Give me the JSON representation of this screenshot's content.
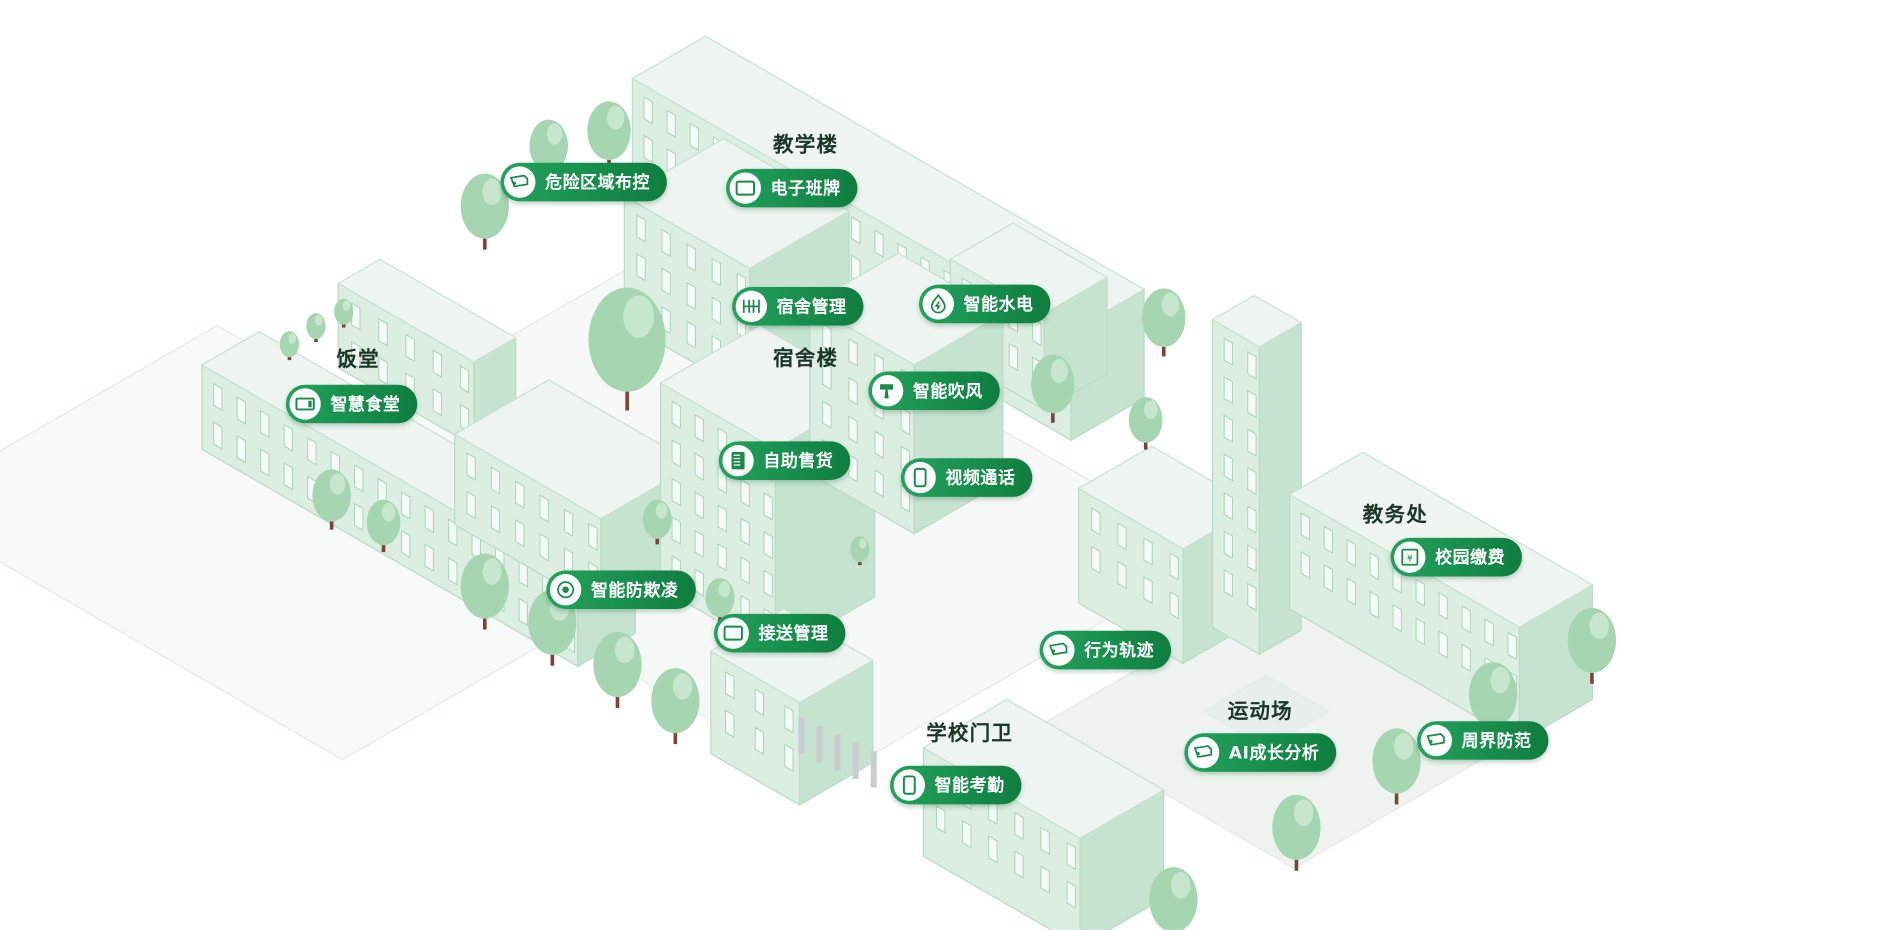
{
  "colors": {
    "pill_start": "#22a35c",
    "pill_end": "#0f7d40",
    "heading": "#1b3526",
    "building_top": "#eef5f0",
    "building_left": "#dcede2",
    "building_right": "#c6e3d0",
    "tree": "#a6d6b1",
    "trunk": "#7a4436"
  },
  "areas": {
    "teaching_building": "教学楼",
    "dormitory": "宿舍楼",
    "canteen": "饭堂",
    "academic_office": "教务处",
    "sports_field": "运动场",
    "school_gate": "学校门卫"
  },
  "features": [
    {
      "label": "危险区域布控",
      "icon": "camera-icon"
    },
    {
      "label": "电子班牌",
      "icon": "screen-icon"
    },
    {
      "label": "宿舍管理",
      "icon": "gate-icon"
    },
    {
      "label": "智能水电",
      "icon": "water-power-icon"
    },
    {
      "label": "智能吹风",
      "icon": "hair-dryer-icon"
    },
    {
      "label": "智慧食堂",
      "icon": "pos-terminal-icon"
    },
    {
      "label": "自助售货",
      "icon": "vending-machine-icon"
    },
    {
      "label": "视频通话",
      "icon": "phone-icon"
    },
    {
      "label": "校园缴费",
      "icon": "payment-icon"
    },
    {
      "label": "智能防欺凌",
      "icon": "alarm-icon"
    },
    {
      "label": "接送管理",
      "icon": "screen-icon"
    },
    {
      "label": "行为轨迹",
      "icon": "camera-icon"
    },
    {
      "label": "AI成长分析",
      "icon": "camera-icon"
    },
    {
      "label": "周界防范",
      "icon": "camera-icon"
    },
    {
      "label": "智能考勤",
      "icon": "phone-icon"
    }
  ]
}
